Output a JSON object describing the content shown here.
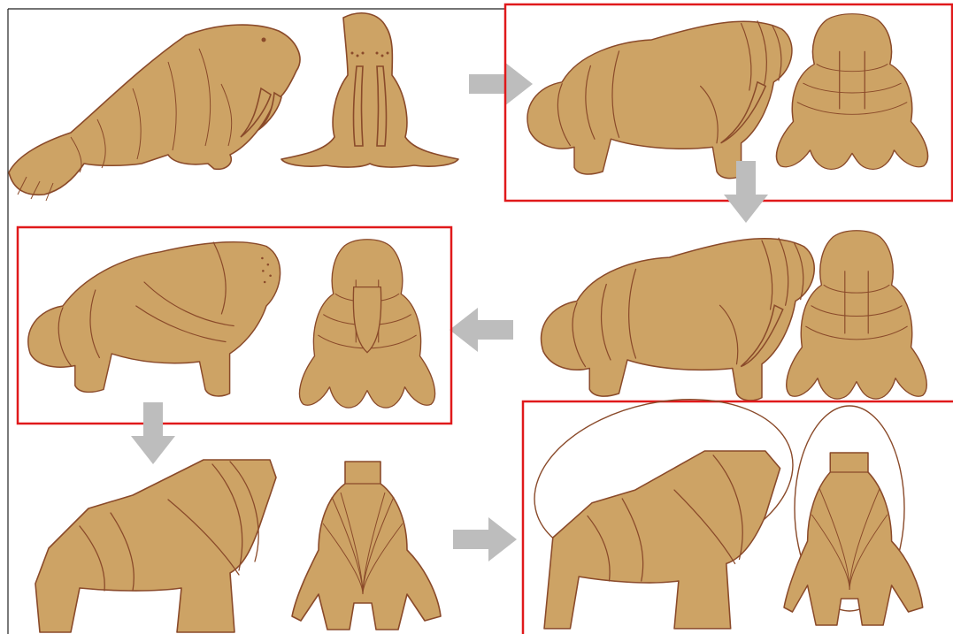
{
  "colors": {
    "body": "#cda365",
    "line": "#8a4a2a",
    "frame": "#e0191b",
    "arrow": "#bdbdbd"
  },
  "stages": [
    {
      "id": "stage-1",
      "style": "detailed realistic",
      "views": [
        "side",
        "front"
      ],
      "highlighted": false
    },
    {
      "id": "stage-2",
      "style": "segmented with tusks",
      "views": [
        "side",
        "front"
      ],
      "highlighted": true
    },
    {
      "id": "stage-3",
      "style": "segmented standing with tusks",
      "views": [
        "side",
        "front"
      ],
      "highlighted": false
    },
    {
      "id": "stage-4",
      "style": "simplified segmented, no tusks",
      "views": [
        "side",
        "front"
      ],
      "highlighted": true
    },
    {
      "id": "stage-5",
      "style": "geometric blocks",
      "views": [
        "side",
        "front"
      ],
      "highlighted": false
    },
    {
      "id": "stage-6",
      "style": "geometric blocks with guide ovals",
      "views": [
        "side",
        "front"
      ],
      "highlighted": true
    }
  ],
  "flow": [
    "stage-1",
    "stage-2",
    "stage-3",
    "stage-4",
    "stage-5",
    "stage-6"
  ],
  "arrow_directions": [
    "right",
    "down",
    "left",
    "down",
    "right"
  ]
}
